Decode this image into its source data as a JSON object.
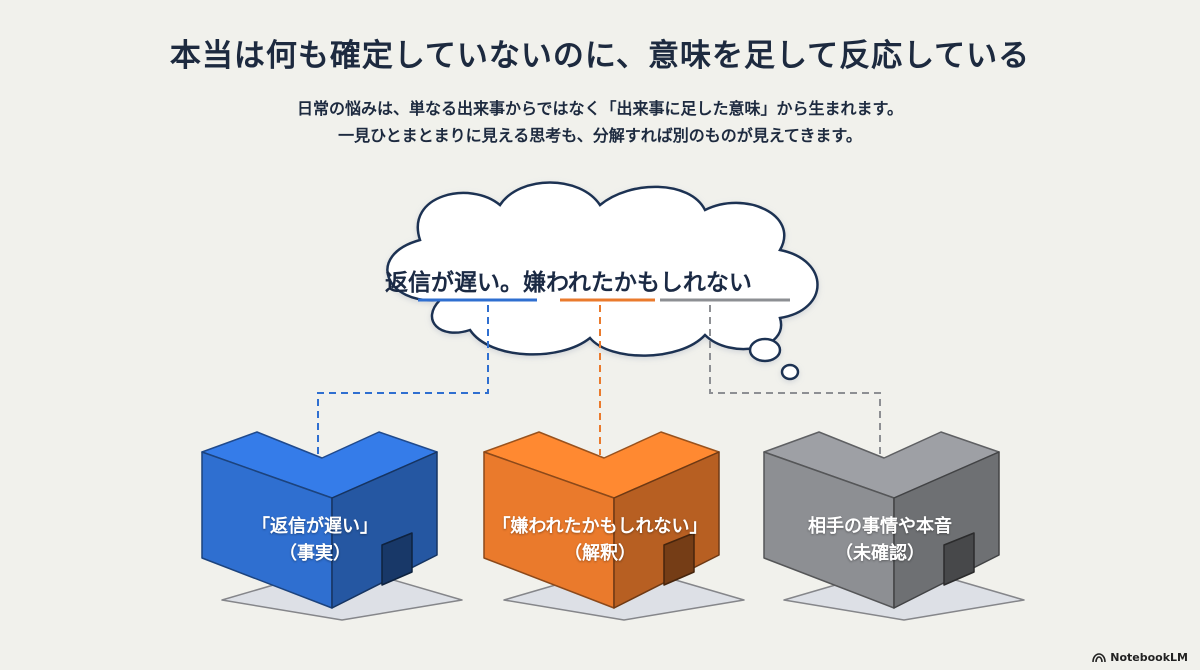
{
  "title": "本当は何も確定していないのに、意味を足して反応している",
  "subtitle_lines": [
    "日常の悩みは、単なる出来事からではなく「出来事に足した意味」から生まれます。",
    "一見ひとまとまりに見える思考も、分解すれば別のものが見えてきます。"
  ],
  "thought": {
    "part1": "返信が遅い。",
    "part2": "嫌われたか",
    "part3": "もしれない"
  },
  "blocks": [
    {
      "line1": "「返信が遅い」",
      "line2": "（事実）",
      "color": "#2f6fd0"
    },
    {
      "line1": "「嫌われたかもしれない」",
      "line2": "（解釈）",
      "color": "#ea7a2c"
    },
    {
      "line1": "相手の事情や本音",
      "line2": "（未確認）",
      "color": "#8d8f93"
    }
  ],
  "brand": "NotebookLM",
  "brand_icon": "notebooklm-logo-icon"
}
